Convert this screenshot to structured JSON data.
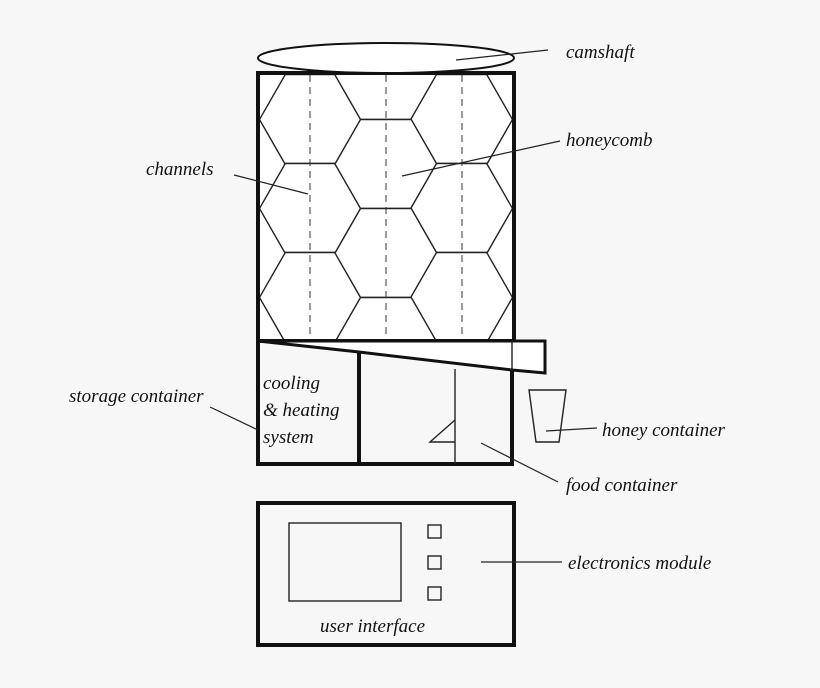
{
  "labels": {
    "camshaft": "camshaft",
    "honeycomb": "honeycomb",
    "channels": "channels",
    "storage_container": "storage container",
    "cooling_line1": "cooling",
    "cooling_line2": "& heating",
    "cooling_line3": "system",
    "honey_container": "honey container",
    "food_container": "food container",
    "electronics_module": "electronics module",
    "user_interface": "user interface"
  },
  "colors": {
    "background": "#f7f7f7",
    "stroke": "#111111",
    "fill": "#ffffff"
  }
}
